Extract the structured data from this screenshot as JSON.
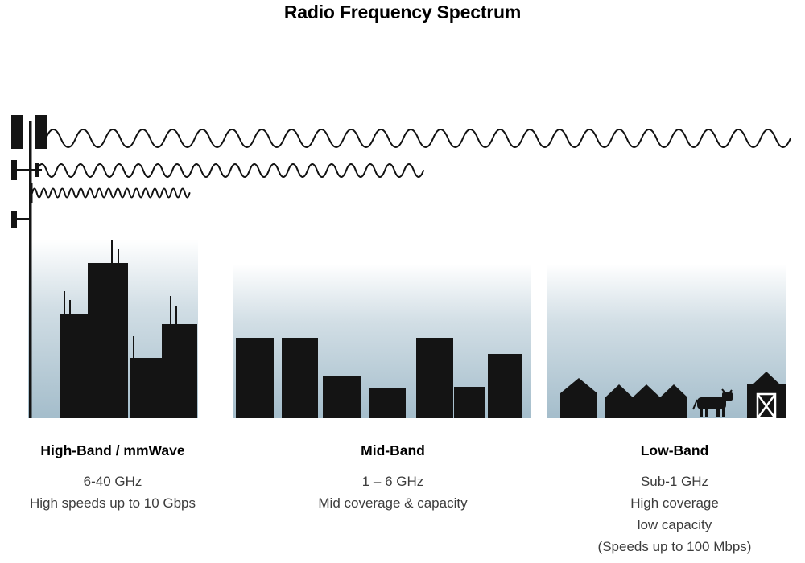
{
  "title": "Radio Frequency Spectrum",
  "bands": [
    {
      "id": "high-band",
      "label": "High-Band / mmWave",
      "lines": [
        "6-40 GHz",
        "High speeds up to 10 Gbps"
      ]
    },
    {
      "id": "mid-band",
      "label": "Mid-Band",
      "lines": [
        "1 – 6 GHz",
        "Mid coverage & capacity"
      ]
    },
    {
      "id": "low-band",
      "label": "Low-Band",
      "lines": [
        "Sub-1 GHz",
        "High coverage",
        "low capacity",
        "(Speeds up to 100 Mbps)"
      ]
    }
  ],
  "icons": {
    "tower": "cell-tower-icon",
    "waves": [
      "low-band-wave",
      "mid-band-wave",
      "high-band-wave"
    ],
    "scenes": [
      "city-skyline-icon",
      "midrise-buildings-icon",
      "rural-farm-icon"
    ]
  },
  "colors": {
    "ink": "#141414",
    "body_text": "#3d3d3d",
    "sky_bottom": "#a4bdcb"
  }
}
